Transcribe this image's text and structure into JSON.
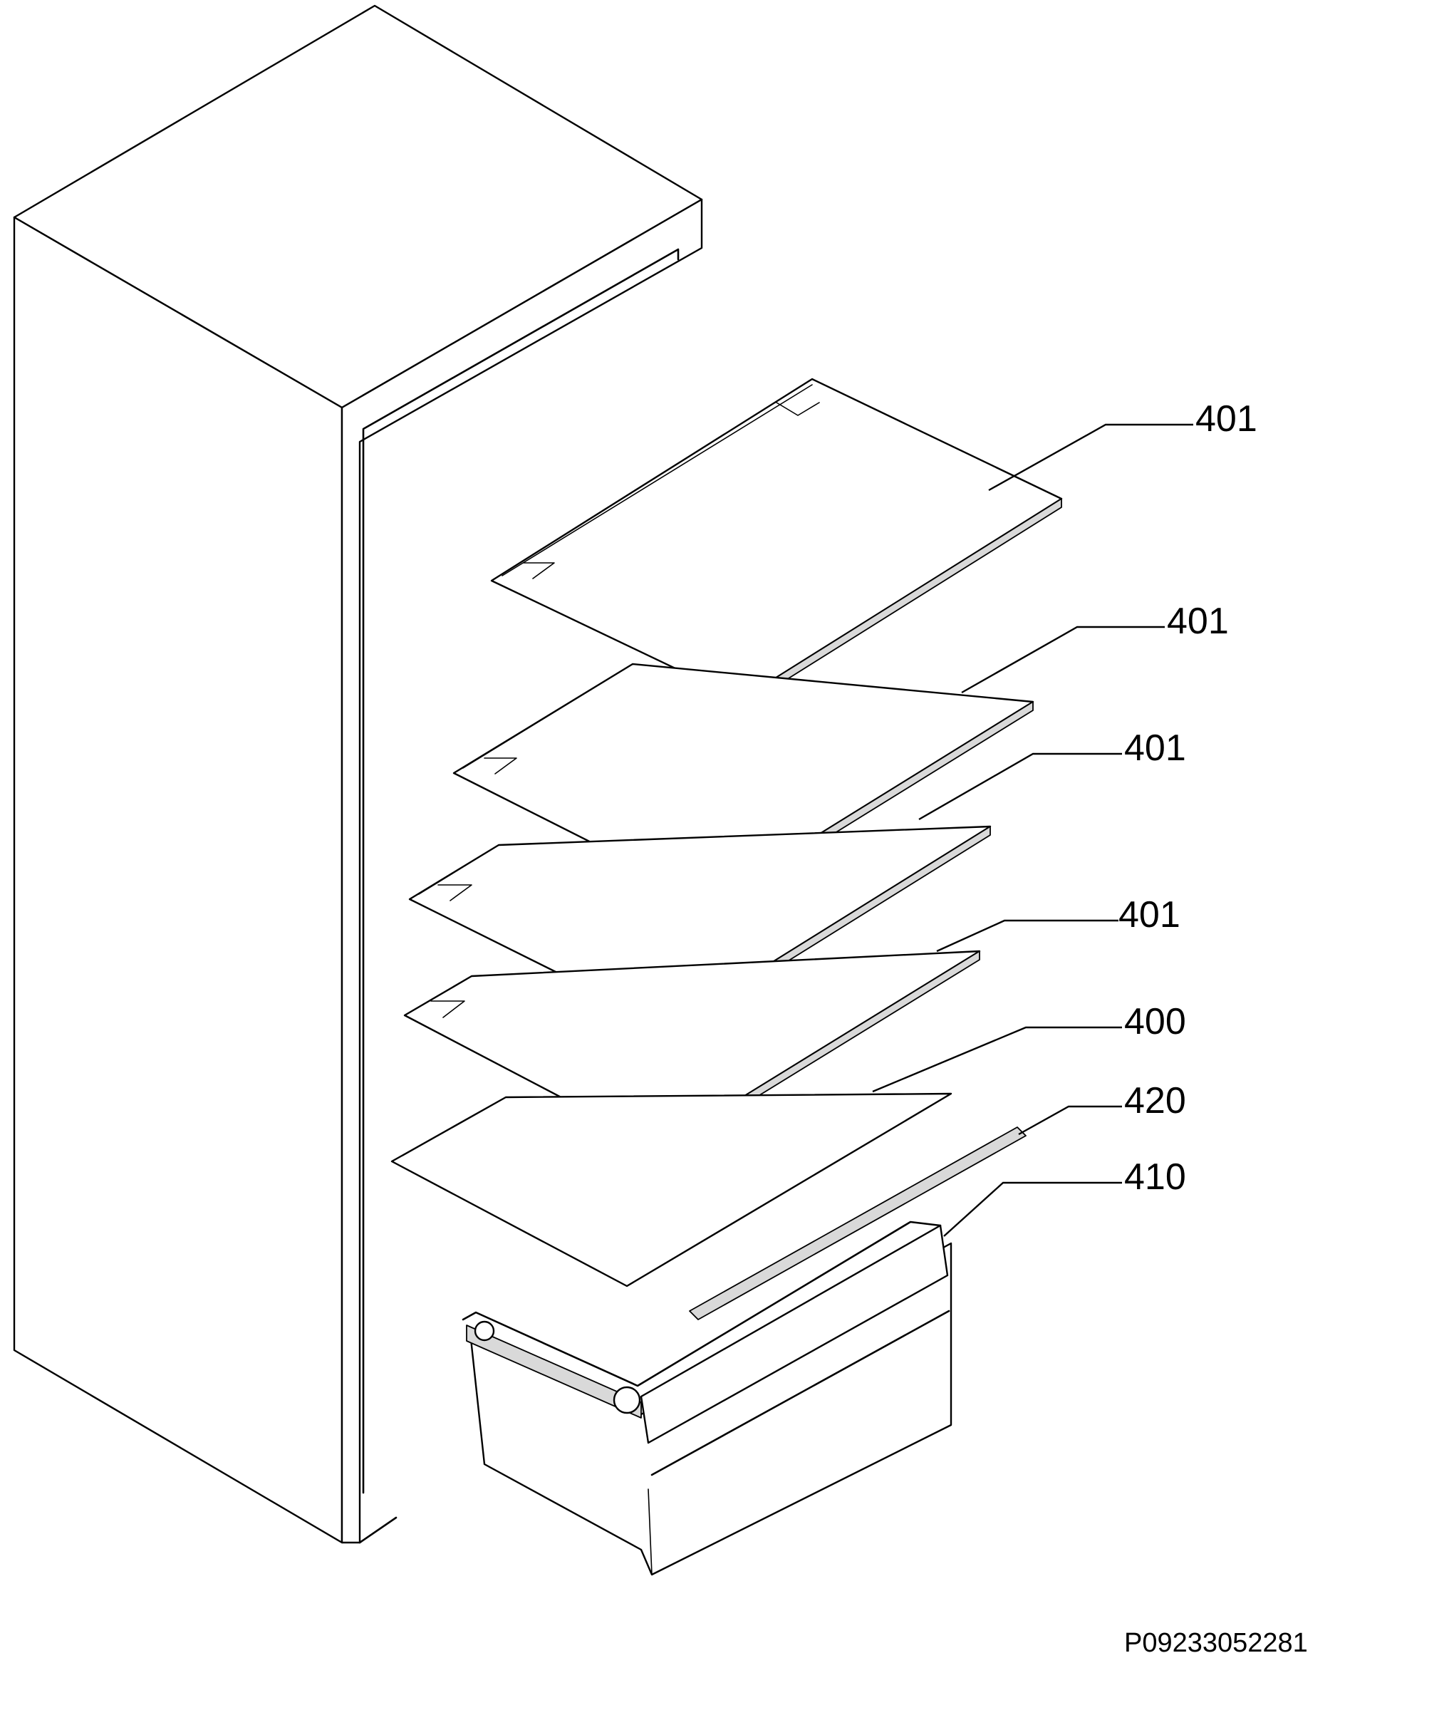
{
  "callouts": [
    "401",
    "401",
    "401",
    "401",
    "400",
    "420",
    "410"
  ],
  "diagram_code": "P09233052281"
}
